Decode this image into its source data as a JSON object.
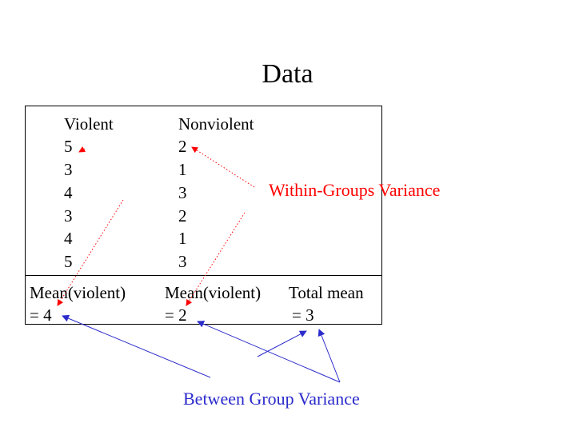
{
  "title": "Data",
  "table": {
    "headers": [
      "Violent",
      "Nonviolent"
    ],
    "violent": [
      "5",
      "3",
      "4",
      "3",
      "4",
      "5"
    ],
    "nonviolent": [
      "2",
      "1",
      "3",
      "2",
      "1",
      "3"
    ]
  },
  "summary": {
    "violent_mean_label": "Mean(violent)",
    "violent_mean_value": "= 4",
    "nonviolent_mean_label": "Mean(violent)",
    "nonviolent_mean_value": "= 2",
    "total_mean_label": "Total mean",
    "total_mean_value": "= 3"
  },
  "annotations": {
    "within": "Within-Groups Variance",
    "between": "Between Group Variance"
  },
  "colors": {
    "within": "#ff0000",
    "between": "#2b2bcc"
  }
}
